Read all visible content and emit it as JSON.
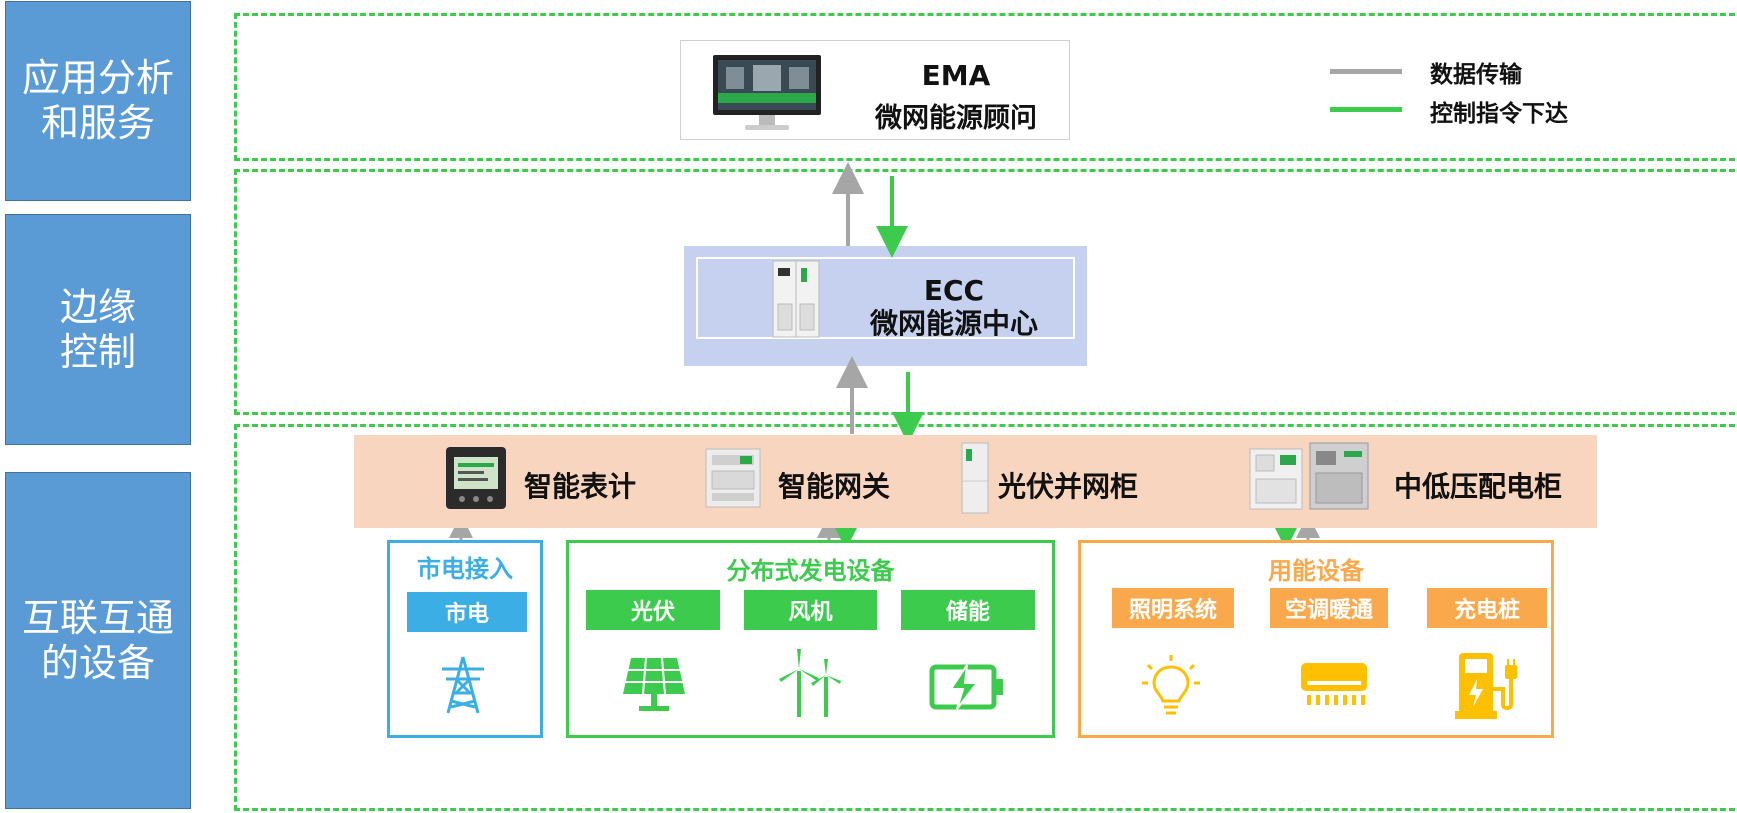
{
  "tiers": {
    "application": {
      "line1": "应用分析",
      "line2": "和服务"
    },
    "edge": {
      "line1": "边缘",
      "line2": "控制"
    },
    "devices": {
      "line1": "互联互通",
      "line2": "的设备"
    }
  },
  "ema": {
    "code": "EMA",
    "name": "微网能源顾问"
  },
  "ecc": {
    "code": "ECC",
    "name": "微网能源中心"
  },
  "legend": {
    "data_label": "数据传输",
    "control_label": "控制指令下达",
    "data_color": "#A6A6A6",
    "control_color": "#3DCB4E"
  },
  "device_bar": {
    "meter": "智能表计",
    "gateway": "智能网关",
    "pv_cabinet": "光伏并网柜",
    "switchgear": "中低压配电柜"
  },
  "groups": {
    "grid": {
      "title": "市电接入",
      "items": [
        "市电"
      ],
      "color": "#3BAEE6"
    },
    "generation": {
      "title": "分布式发电设备",
      "items": [
        "光伏",
        "风机",
        "储能"
      ],
      "color": "#3DCB4E"
    },
    "consumption": {
      "title": "用能设备",
      "items": [
        "照明系统",
        "空调暖通",
        "充电桩"
      ],
      "color": "#F9A94B"
    }
  },
  "icons": [
    "transmission-tower-icon",
    "solar-panel-icon",
    "wind-turbine-icon",
    "battery-charge-icon",
    "lightbulb-icon",
    "air-conditioner-icon",
    "charging-station-icon"
  ]
}
